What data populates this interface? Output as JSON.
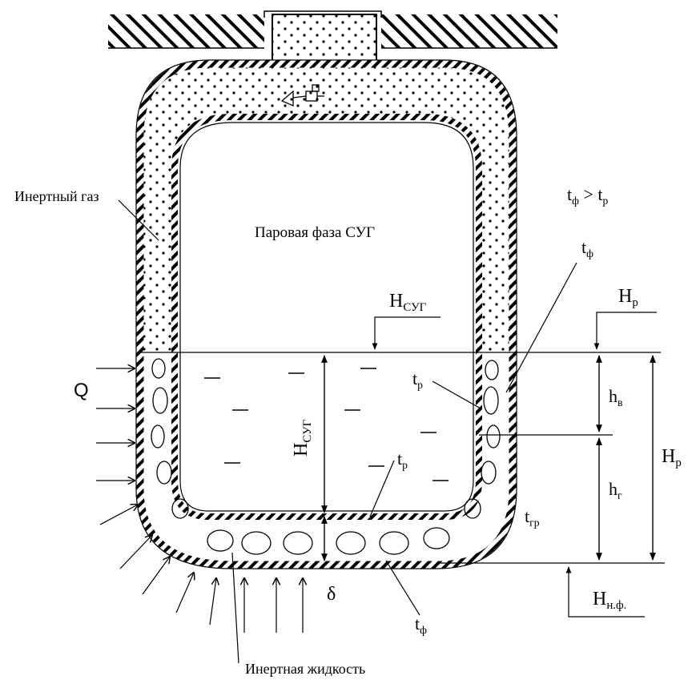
{
  "labels": {
    "inert_gas": "Инертный газ",
    "vapor_phase": "Паровая фаза СУГ",
    "inert_liquid": "Инертная жидкость",
    "heat_flux": "Q",
    "delta": "δ",
    "condition": {
      "t1": "t",
      "s1": "ф",
      "op": " > ",
      "t2": "t",
      "s2": "р"
    },
    "t_phi_right": {
      "main": "t",
      "sub": "ф"
    },
    "t_phi_bottom": {
      "main": "t",
      "sub": "ф"
    },
    "t_p_right": {
      "main": "t",
      "sub": "р"
    },
    "t_p_bottom": {
      "main": "t",
      "sub": "р"
    },
    "t_gr": {
      "main": "t",
      "sub": "гр"
    },
    "H_sug_top": {
      "main": "H",
      "sub": "СУГ"
    },
    "H_sug_vertical": {
      "main": "H",
      "sub": "СУГ"
    },
    "H_p_top": {
      "main": "H",
      "sub": "р"
    },
    "H_p_right": {
      "main": "H",
      "sub": "р"
    },
    "h_v": {
      "main": "h",
      "sub": "в"
    },
    "h_g": {
      "main": "h",
      "sub": "г"
    },
    "H_nf": {
      "main": "H",
      "sub": "н.ф."
    }
  }
}
